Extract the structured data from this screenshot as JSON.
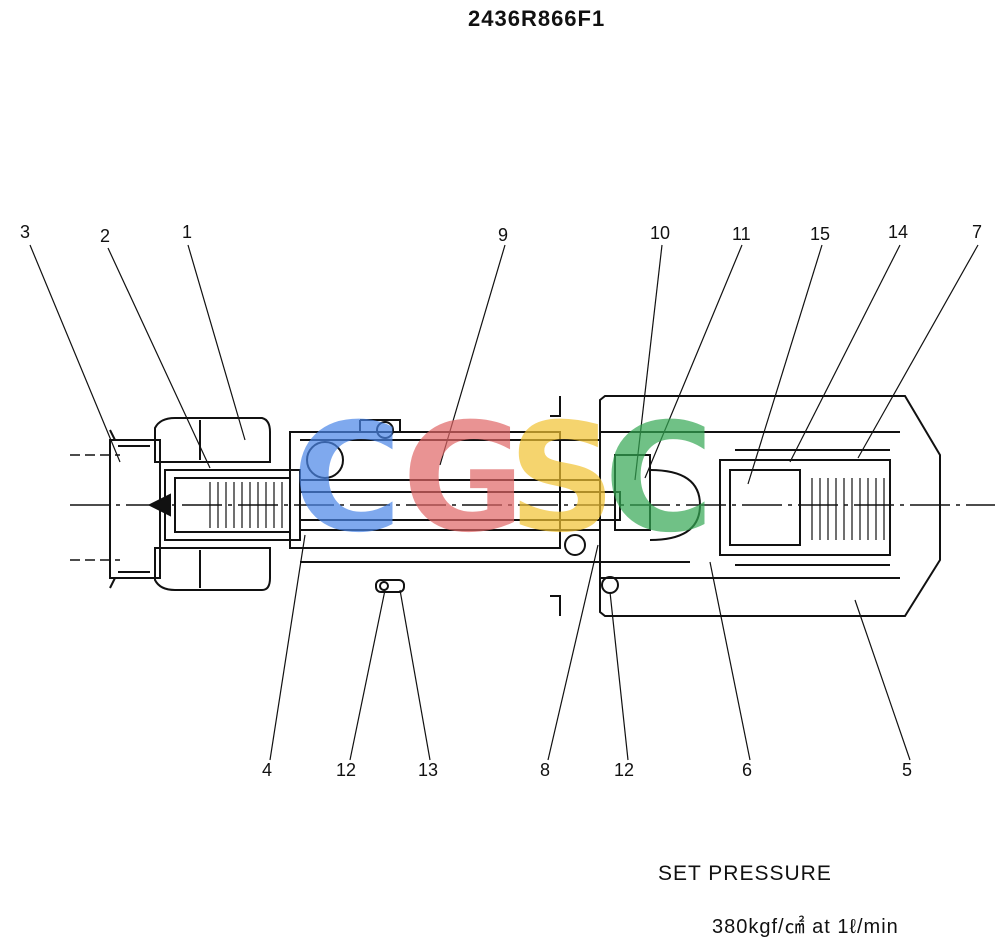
{
  "header": {
    "part_number": "2436R866F1"
  },
  "callouts": {
    "c3": "3",
    "c2": "2",
    "c1": "1",
    "c9": "9",
    "c10": "10",
    "c11": "11",
    "c15": "15",
    "c14": "14",
    "c7": "7",
    "c4": "4",
    "c12a": "12",
    "c13": "13",
    "c8": "8",
    "c12b": "12",
    "c6": "6",
    "c5": "5"
  },
  "set_pressure": {
    "label": "SET PRESSURE",
    "value": "380kgf/㎠  at  1ℓ/min"
  },
  "watermark": {
    "letters": [
      "C",
      "G",
      "S",
      "C"
    ],
    "colors": [
      "#4a86e8",
      "#e06666",
      "#f1c232",
      "#34a853"
    ]
  }
}
